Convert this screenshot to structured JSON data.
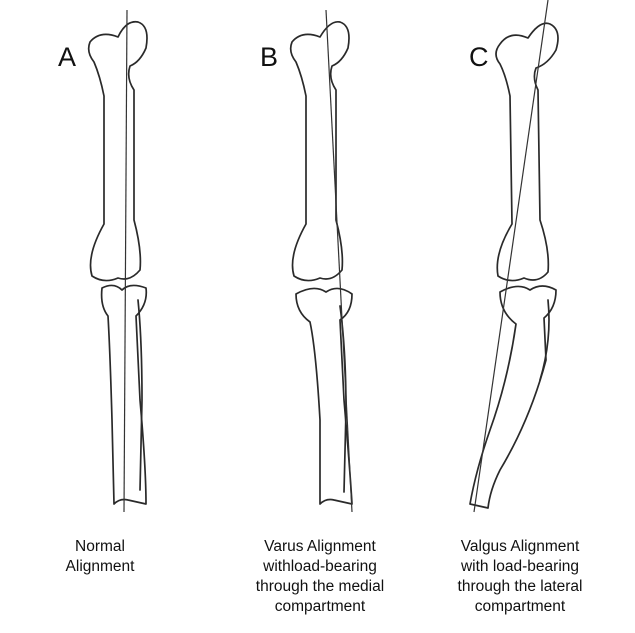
{
  "panels": [
    {
      "letter": "A",
      "caption_lines": [
        "Normal",
        "Alignment"
      ]
    },
    {
      "letter": "B",
      "caption_lines": [
        "Varus Alignment",
        "withload-bearing",
        "through the medial",
        "compartment"
      ]
    },
    {
      "letter": "C",
      "caption_lines": [
        "Valgus Alignment",
        "with load-bearing",
        "through the lateral",
        "compartment"
      ]
    }
  ]
}
